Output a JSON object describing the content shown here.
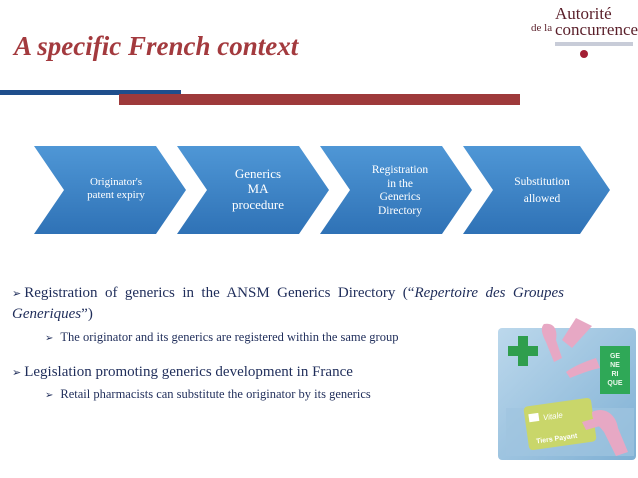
{
  "logo": {
    "top": "Autorité",
    "prefix": "de la",
    "main": "concurrence"
  },
  "title": "A specific French context",
  "steps": [
    {
      "lines": [
        "Originator's",
        "patent expiry"
      ]
    },
    {
      "lines": [
        "Generics",
        "MA",
        "procedure"
      ]
    },
    {
      "lines": [
        "Registration",
        "in the",
        "Generics",
        "Directory"
      ]
    },
    {
      "lines": [
        "Substitution",
        "allowed"
      ]
    }
  ],
  "bullets": {
    "b1_pre": "Registration of generics in the ANSM Generics Directory (“",
    "b1_em": "Repertoire des Groupes Generiques",
    "b1_post": "”)",
    "b2": "The originator and its generics are registered within the same group",
    "b3": "Legislation promoting generics development in France",
    "b4": "Retail pharmacists can substitute the originator by its generics"
  },
  "illustration": {
    "box_text": [
      "GE",
      "NE",
      "RI",
      "QUE"
    ],
    "card_brand": "Vitale",
    "card_text": "Tiers Payant"
  },
  "colors": {
    "title": "#a33a3e",
    "band_blue": "#1f4e8c",
    "band_red": "#9e3a3b",
    "chevron_fill": "#3a82c4",
    "text": "#1f2d5a"
  }
}
